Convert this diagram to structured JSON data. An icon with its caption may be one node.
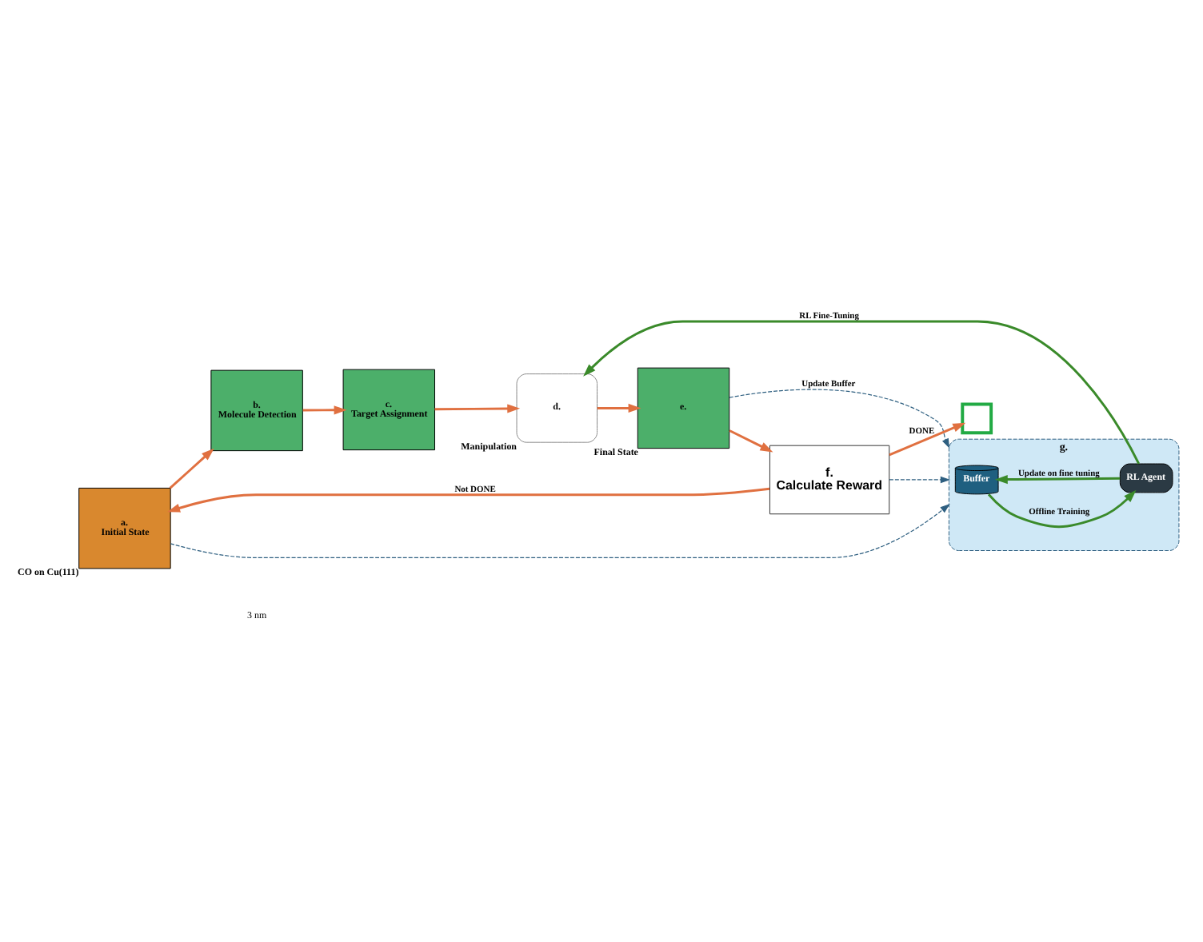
{
  "diagram": {
    "nodes": [
      {
        "text": [
          "a.",
          "Initial State"
        ],
        "beside": [
          "CO on Cu(111)"
        ]
      },
      {
        "text": [
          "b.",
          "Molecule Detection"
        ]
      },
      {
        "text": [
          "c.",
          "Target Assignment"
        ]
      },
      {
        "text": [
          "d."
        ],
        "beside": [
          "Manipulation"
        ]
      },
      {
        "text": [
          "e."
        ],
        "beside": [
          "Final State"
        ]
      },
      {
        "text": [
          "f.",
          "Calculate Reward"
        ]
      },
      {
        "text": [],
        "shape": "box"
      },
      {
        "text": [
          "g."
        ]
      },
      {
        "text": [
          "Buffer"
        ],
        "in": 7
      },
      {
        "text": [
          "RL Agent"
        ],
        "in": 7
      }
    ],
    "edges": [
      {
        "from": 0,
        "to": 1,
        "arrow": "to"
      },
      {
        "from": 1,
        "to": 2,
        "arrow": "to"
      },
      {
        "from": 2,
        "to": 3,
        "arrow": "to"
      },
      {
        "from": 3,
        "to": 4,
        "arrow": "to"
      },
      {
        "from": 4,
        "to": 5,
        "arrow": "to"
      },
      {
        "from": 5,
        "to": 0,
        "arrow": "to",
        "label": "Not DONE"
      },
      {
        "from": 5,
        "to": 6,
        "arrow": "to",
        "label": "DONE"
      },
      {
        "from": 8,
        "to": 9,
        "arrow": "to",
        "label": "Offline Training",
        "color": "#3a8a2a"
      },
      {
        "from": 9,
        "to": 8,
        "arrow": "to",
        "label": "Update on fine tuning",
        "color": "#3a8a2a"
      },
      {
        "from": 9,
        "to": 3,
        "arrow": "to",
        "label": "RL Fine-Tuning",
        "color": "#3a8a2a"
      },
      {
        "from": 0,
        "to": 7,
        "arrow": "to",
        "style": "dashed",
        "color": "#2e5f80"
      },
      {
        "from": 5,
        "to": 7,
        "arrow": "to",
        "style": "dashed",
        "color": "#2e5f80"
      },
      {
        "from": 4,
        "to": 7,
        "arrow": "to",
        "style": "dashed",
        "color": "#2e5f80",
        "label": "Update Buffer"
      }
    ],
    "labels": [
      "3 nm"
    ]
  }
}
